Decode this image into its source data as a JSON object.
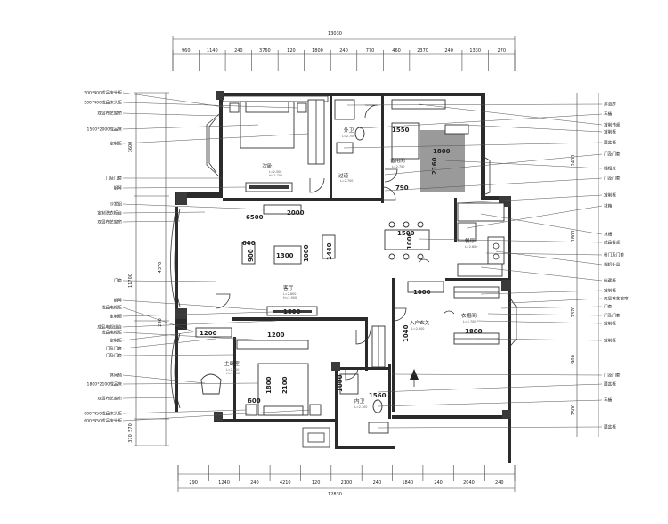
{
  "dimensions": {
    "top_total": "13030",
    "top_segments": [
      "960",
      "1140",
      "240",
      "3760",
      "120",
      "1800",
      "240",
      "770",
      "460",
      "2370",
      "240",
      "1330",
      "270"
    ],
    "bottom_total": "12830",
    "bottom_segments": [
      "290",
      "1240",
      "240",
      "4210",
      "120",
      "2100",
      "240",
      "1840",
      "240",
      "2040",
      "240"
    ],
    "left_total": "11700",
    "left_segments": [
      "3600",
      "4370",
      "290",
      "570",
      "370"
    ],
    "right_segments": [
      "2400",
      "1800",
      "2370",
      "900",
      "2500"
    ]
  },
  "rooms": [
    {
      "name": "次卧",
      "sub": "L=2.500\nH=2.700"
    },
    {
      "name": "外卫",
      "sub": "L=2.700"
    },
    {
      "name": "过道",
      "sub": "L=2.700"
    },
    {
      "name": "备用间",
      "sub": "L=2.700"
    },
    {
      "name": "客厅",
      "sub": "L=2.800\nH=2.900"
    },
    {
      "name": "餐厅",
      "sub": "L=2.800"
    },
    {
      "name": "入户玄关",
      "sub": "L=2.800"
    },
    {
      "name": "衣帽间",
      "sub": "L=2.700"
    },
    {
      "name": "主卧室",
      "sub": "L=2.800\nH=2.900"
    },
    {
      "name": "内卫",
      "sub": "L=2.700"
    }
  ],
  "left_labels": [
    "500*400成品床头柜",
    "500*400成品床头柜",
    "双层布艺窗帘",
    "1500*2000成品床",
    "定制柜",
    "门及门套",
    "钢琴",
    "沙发组",
    "定制洗衣柜台",
    "双层布艺窗帘",
    "门套",
    "钢琴",
    "成品电视柜",
    "定制柜",
    "成品电视组合",
    "成品电视柜",
    "定制柜",
    "门及门套",
    "门及门套",
    "休闲椅",
    "1800*2100成品床",
    "双层布艺窗帘",
    "600*450成品床头柜",
    "600*450成品床头柜"
  ],
  "right_labels": [
    "淋浴房",
    "马桶",
    "定制书桌",
    "定制柜",
    "面盆柜",
    "门及门套",
    "榻榻米",
    "门及门套",
    "定制柜",
    "冰箱",
    "水槽",
    "成品餐桌",
    "移门及门套",
    "烟机灶具",
    "储藏柜",
    "定制柜",
    "双层布艺窗帘",
    "门套",
    "门及门套",
    "定制柜",
    "定制柜",
    "门及门套",
    "面盆柜",
    "马桶",
    "面盆柜"
  ],
  "furniture_dims": [
    "1550",
    "1800",
    "2160",
    "790",
    "6500",
    "2000",
    "1500",
    "1000",
    "640",
    "900",
    "1300",
    "1000",
    "1440",
    "1800",
    "1000",
    "1200",
    "1040",
    "1800",
    "1200",
    "1800",
    "2100",
    "600",
    "1560",
    "1000"
  ]
}
